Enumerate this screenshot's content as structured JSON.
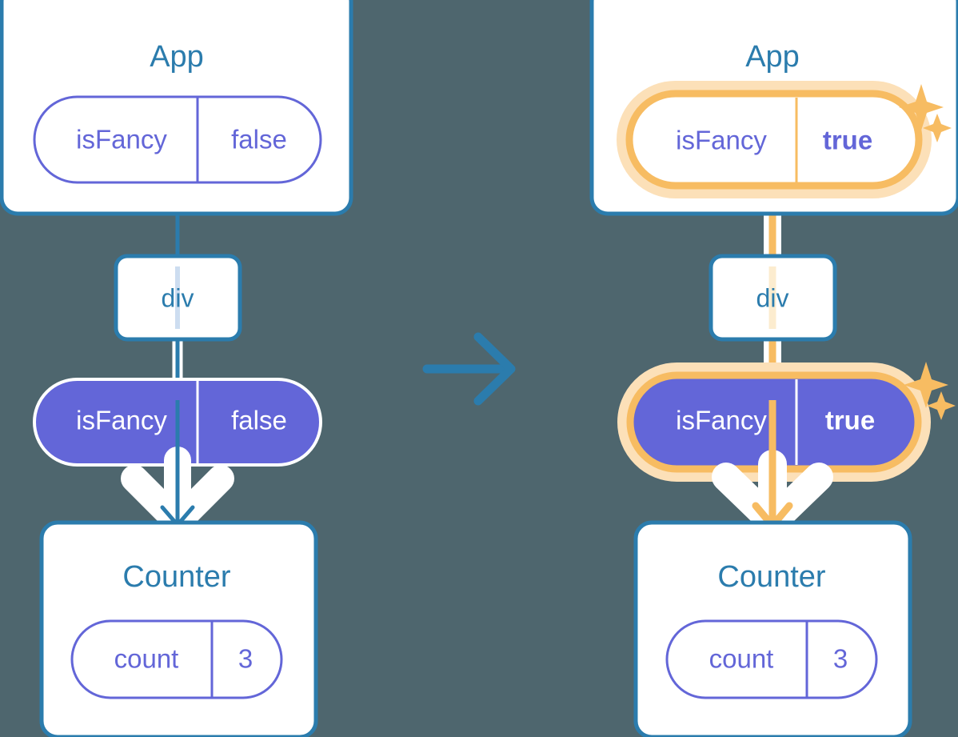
{
  "diagram": {
    "title_left": "App",
    "title_right": "App",
    "background_color": "#4e666e",
    "transition_arrow": "arrow-right-icon",
    "colors": {
      "background": "#4e666e",
      "card_border": "#2b7cad",
      "card_fill": "#ffffff",
      "component_title": "#2b7cad",
      "pill_stroke": "#6366d8",
      "pill_fill": "#6366d8",
      "pill_text": "#6366d8",
      "pill_text_on_fill": "#ffffff",
      "highlight": "#f7bc62",
      "highlight_halo": "#fce0b8",
      "highlight_faded": "#fceccf",
      "arrow_blue": "#2b7cad",
      "arrow_outline": "#ffffff"
    }
  },
  "left": {
    "app": {
      "label": "App",
      "state": {
        "name": "isFancy",
        "value": "false",
        "highlighted": false,
        "filled": false
      }
    },
    "div": {
      "label": "div"
    },
    "prop": {
      "name": "isFancy",
      "value": "false",
      "highlighted": false,
      "filled": true
    },
    "counter": {
      "label": "Counter",
      "state": {
        "name": "count",
        "value": "3",
        "highlighted": false,
        "filled": false
      }
    }
  },
  "right": {
    "app": {
      "label": "App",
      "state": {
        "name": "isFancy",
        "value": "true",
        "highlighted": true,
        "filled": false
      },
      "sparkle": "sparkles-icon"
    },
    "div": {
      "label": "div"
    },
    "prop": {
      "name": "isFancy",
      "value": "true",
      "highlighted": true,
      "filled": true
    },
    "sparkle": "sparkles-icon",
    "counter": {
      "label": "Counter",
      "state": {
        "name": "count",
        "value": "3",
        "highlighted": false,
        "filled": false
      }
    }
  }
}
